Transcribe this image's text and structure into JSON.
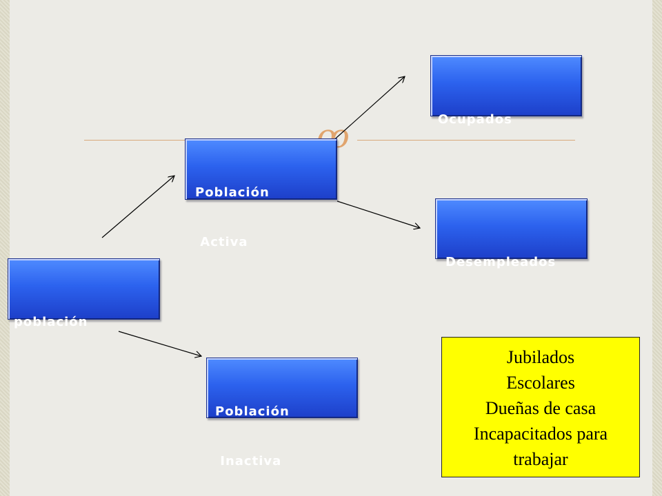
{
  "diagram": {
    "nodes": {
      "poblacion": {
        "lines": [
          "población"
        ]
      },
      "activa": {
        "lines": [
          "Población",
          " Activa"
        ]
      },
      "inactiva": {
        "lines": [
          "Población",
          " Inactiva"
        ]
      },
      "ocupados": {
        "lines": [
          "Ocupados"
        ]
      },
      "desempleados": {
        "lines": [
          "Desempleados"
        ]
      }
    },
    "edges": [
      {
        "from": "poblacion",
        "to": "activa"
      },
      {
        "from": "poblacion",
        "to": "inactiva"
      },
      {
        "from": "activa",
        "to": "ocupados"
      },
      {
        "from": "activa",
        "to": "desempleados"
      }
    ],
    "inactive_list": [
      "Jubilados",
      "Escolares",
      "Dueñas de casa",
      "Incapacitados para",
      "trabajar"
    ],
    "colors": {
      "box": "#2c62ee",
      "note": "#ffff00",
      "accent": "#e0a46d"
    }
  }
}
